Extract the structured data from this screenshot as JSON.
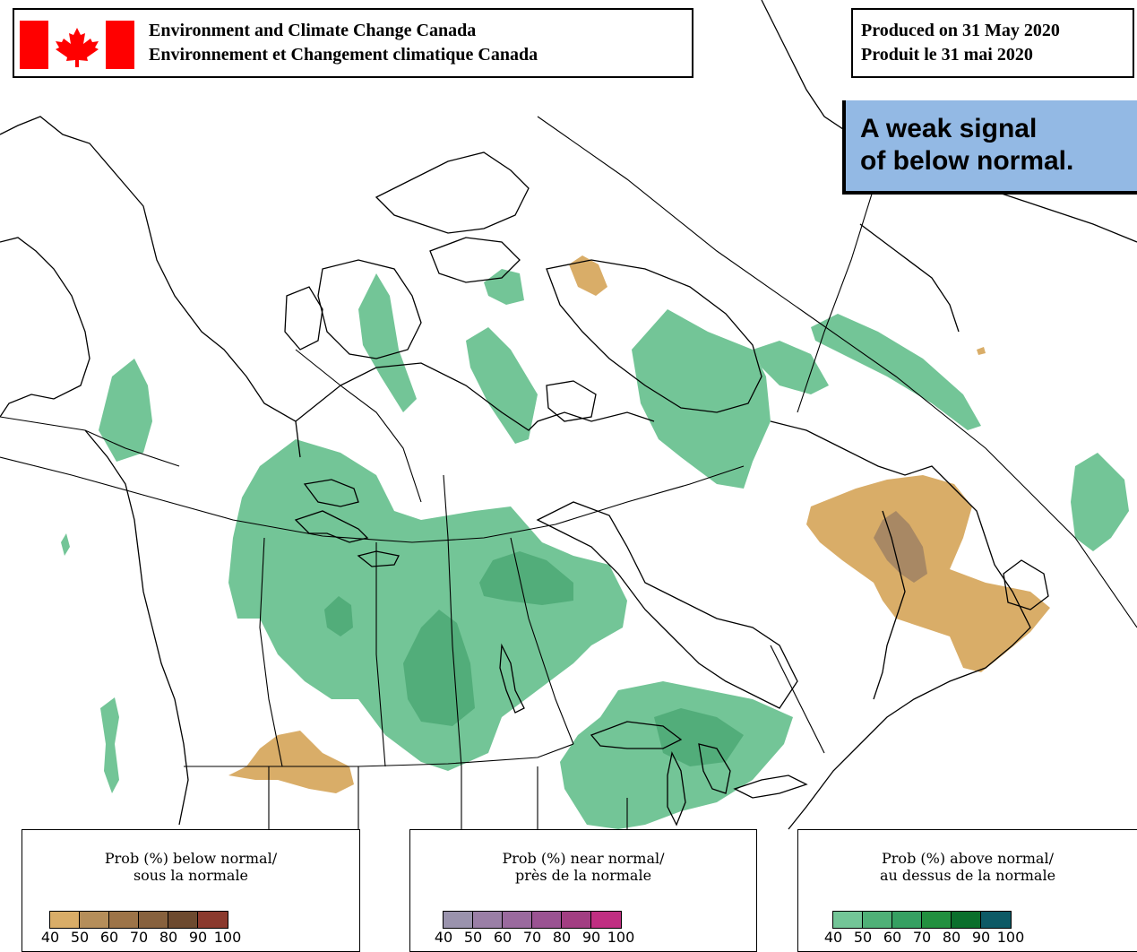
{
  "header": {
    "agency_en": "Environment and Climate Change Canada",
    "agency_fr": "Environnement et Changement climatique Canada",
    "produced_en": "Produced on 31 May 2020",
    "produced_fr": "Produit le 31 mai 2020"
  },
  "callout": {
    "line1": "A weak signal",
    "line2": "of below normal."
  },
  "legends": {
    "below": {
      "title_en": "Prob (%) below normal/",
      "title_fr": "sous la normale",
      "ticks": [
        "40",
        "50",
        "60",
        "70",
        "80",
        "90",
        "100"
      ],
      "colors": [
        "#d9ad68",
        "#b58e5a",
        "#9d7448",
        "#87613e",
        "#6d4a2f",
        "#8b3a2e"
      ]
    },
    "near": {
      "title_en": "Prob (%) near normal/",
      "title_fr": "près de la normale",
      "ticks": [
        "40",
        "50",
        "60",
        "70",
        "80",
        "90",
        "100"
      ],
      "colors": [
        "#9a93ad",
        "#9a7fa6",
        "#9a6a9e",
        "#9a5392",
        "#a23e82",
        "#c02f82"
      ]
    },
    "above": {
      "title_en": "Prob (%) above normal/",
      "title_fr": "au dessus de la normale",
      "ticks": [
        "40",
        "50",
        "60",
        "70",
        "80",
        "90",
        "100"
      ],
      "colors": [
        "#73c597",
        "#4fb077",
        "#36a062",
        "#22903f",
        "#0b6f2c",
        "#0d5a66"
      ]
    }
  },
  "colors": {
    "above_40": "#73c597",
    "above_50": "#52ad7a",
    "below_40": "#d9ad68",
    "below_50": "#a88864",
    "flag_red": "#ff0000",
    "callout_bg": "#93b9e4"
  }
}
